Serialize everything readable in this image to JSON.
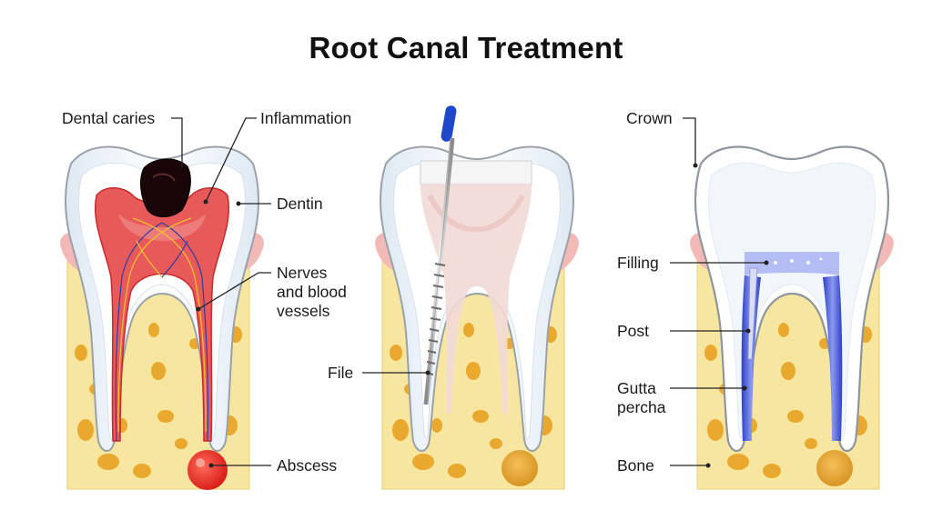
{
  "title": "Root Canal Treatment",
  "panels": [
    {
      "id": "infected-tooth",
      "labels": {
        "dental_caries": "Dental caries",
        "inflammation": "Inflammation",
        "dentin": "Dentin",
        "nerves_line1": "Nerves",
        "nerves_line2": "and blood",
        "nerves_line3": "vessels",
        "abscess": "Abscess"
      }
    },
    {
      "id": "cleaning-tooth",
      "labels": {
        "file": "File"
      }
    },
    {
      "id": "treated-tooth",
      "labels": {
        "crown": "Crown",
        "filling": "Filling",
        "post": "Post",
        "gutta_line1": "Gutta",
        "gutta_line2": "percha",
        "bone": "Bone"
      }
    }
  ],
  "colors": {
    "bone": "#f6e6a0",
    "bone_spots": "#e9a92e",
    "gum": "#f2b9b7",
    "enamel": "#f3f8fc",
    "pulp_inflamed": "#e23a3c",
    "abscess": "#e8231f",
    "gutta_percha": "#3d4fd0",
    "file_handle": "#1f47c9"
  },
  "icons": [
    "caries-lesion",
    "endodontic-file",
    "post-and-filling"
  ]
}
